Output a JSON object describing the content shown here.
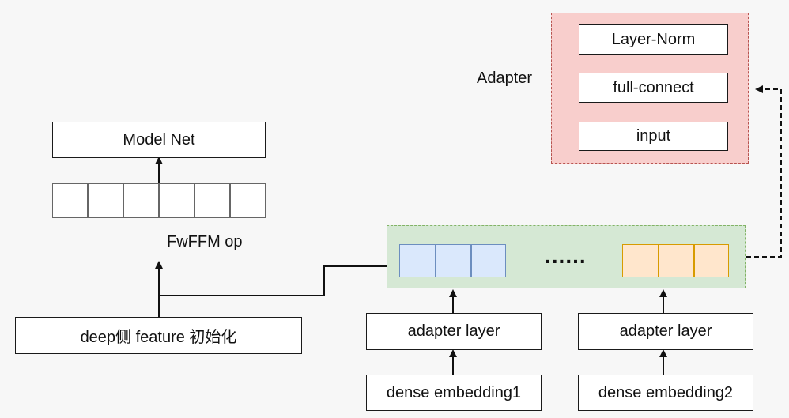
{
  "left": {
    "model_net": "Model Net",
    "op_label": "FwFFM op",
    "feature_init": "deep侧 feature 初始化"
  },
  "adapter": {
    "label": "Adapter",
    "layers": [
      "Layer-Norm",
      "full-connect",
      "input"
    ]
  },
  "bottom": {
    "ellipsis": "......",
    "adapter_layer_1": "adapter layer",
    "adapter_layer_2": "adapter layer",
    "dense_embedding_1": "dense embedding1",
    "dense_embedding_2": "dense embedding2"
  },
  "colors": {
    "adapter_fill": "#f8cecc",
    "adapter_border": "#b85450",
    "concat_fill": "#d5e8d4",
    "concat_border": "#82b366",
    "blue_fill": "#dae8fc",
    "blue_border": "#6c8ebf",
    "orange_fill": "#ffe6cc",
    "orange_border": "#d79b00",
    "gray_border": "#666666"
  }
}
